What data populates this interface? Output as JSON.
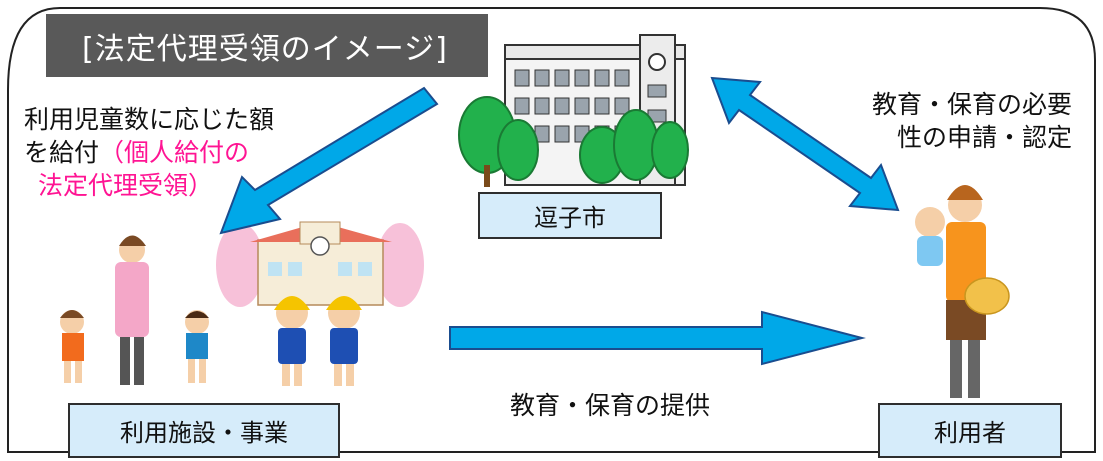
{
  "title": "[法定代理受領のイメージ]",
  "nodes": {
    "city": "逗子市",
    "facility": "利用施設・事業",
    "user": "利用者"
  },
  "annotations": {
    "payment_line1": "利用児童数に応じた額",
    "payment_line2_black": "を給付",
    "payment_line2_pink": "（個人給付の",
    "payment_line3_pink": "法定代理受領）",
    "certification_line1": "教育・保育の必要",
    "certification_line2": "性の申請・認定",
    "service": "教育・保育の提供"
  },
  "colors": {
    "arrow_fill": "#00a8e8",
    "arrow_stroke": "#1a4d8f",
    "label_fill": "#d6ecfa",
    "title_bg": "#595959",
    "highlight": "#ff1493"
  }
}
